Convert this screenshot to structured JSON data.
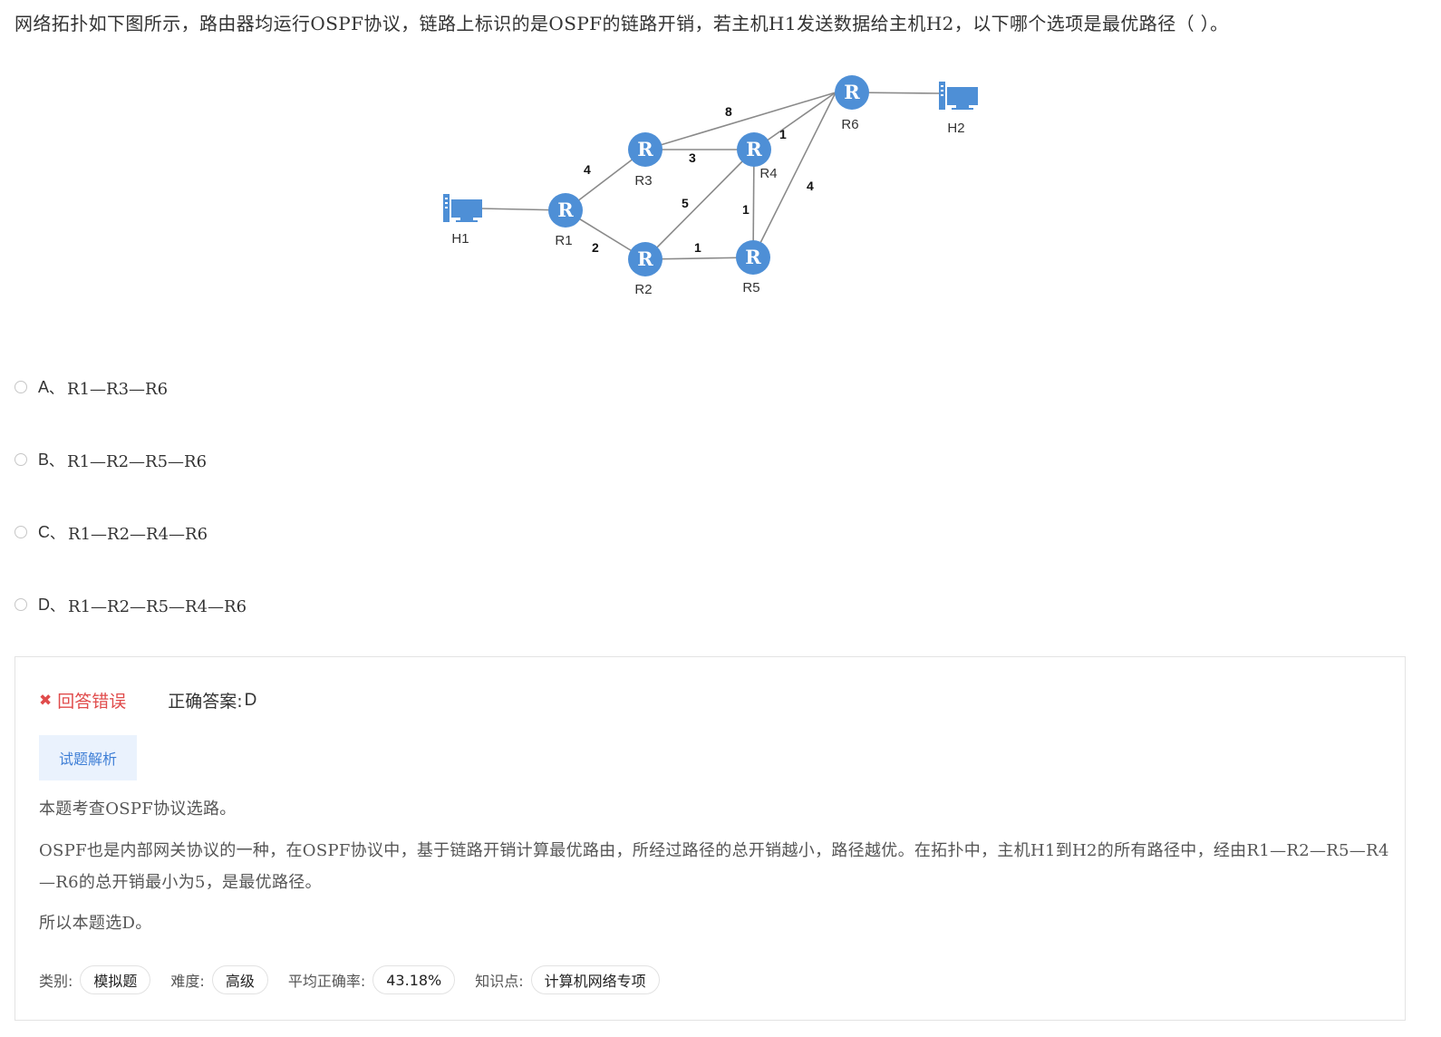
{
  "question": {
    "text": "网络拓扑如下图所示，路由器均运行OSPF协议，链路上标识的是OSPF的链路开销，若主机H1发送数据给主机H2，以下哪个选项是最优路径（ ）。"
  },
  "diagram": {
    "router_letter": "R",
    "nodes": {
      "R1": "R1",
      "R2": "R2",
      "R3": "R3",
      "R4": "R4",
      "R5": "R5",
      "R6": "R6",
      "H1": "H1",
      "H2": "H2"
    },
    "costs": {
      "R1_R3": "4",
      "R1_R2": "2",
      "R3_R4": "3",
      "R3_R6": "8",
      "R4_R6": "1",
      "R2_R4": "5",
      "R4_R5": "1",
      "R2_R5": "1",
      "R5_R6": "4"
    },
    "colors": {
      "router": "#4e8fd6",
      "host": "#4e8fd6",
      "link": "#8a8a8a"
    }
  },
  "options": [
    {
      "letter": "A",
      "sep": "、",
      "text": "R1—R3—R6"
    },
    {
      "letter": "B",
      "sep": "、",
      "text": "R1—R2—R5—R6"
    },
    {
      "letter": "C",
      "sep": "、",
      "text": "R1—R2—R4—R6"
    },
    {
      "letter": "D",
      "sep": "、",
      "text": "R1—R2—R5—R4—R6"
    }
  ],
  "result": {
    "icon": "close-icon",
    "status": "回答错误",
    "correct_label": "正确答案:",
    "correct_value": "D"
  },
  "analysis": {
    "tab_label": "试题解析",
    "paragraphs": [
      "本题考查OSPF协议选路。",
      "OSPF也是内部网关协议的一种，在OSPF协议中，基于链路开销计算最优路由，所经过路径的总开销越小，路径越优。在拓扑中，主机H1到H2的所有路径中，经由R1—R2—R5—R4—R6的总开销最小为5，是最优路径。",
      "所以本题选D。"
    ]
  },
  "meta": {
    "category_label": "类别:",
    "category": "模拟题",
    "difficulty_label": "难度:",
    "difficulty": "高级",
    "accuracy_label": "平均正确率:",
    "accuracy": "43.18%",
    "knowledge_label": "知识点:",
    "knowledge": "计算机网络专项"
  },
  "colors": {
    "error": "#e04b4b",
    "tab_bg": "#eaf2fd",
    "tab_text": "#3f7fd6"
  }
}
